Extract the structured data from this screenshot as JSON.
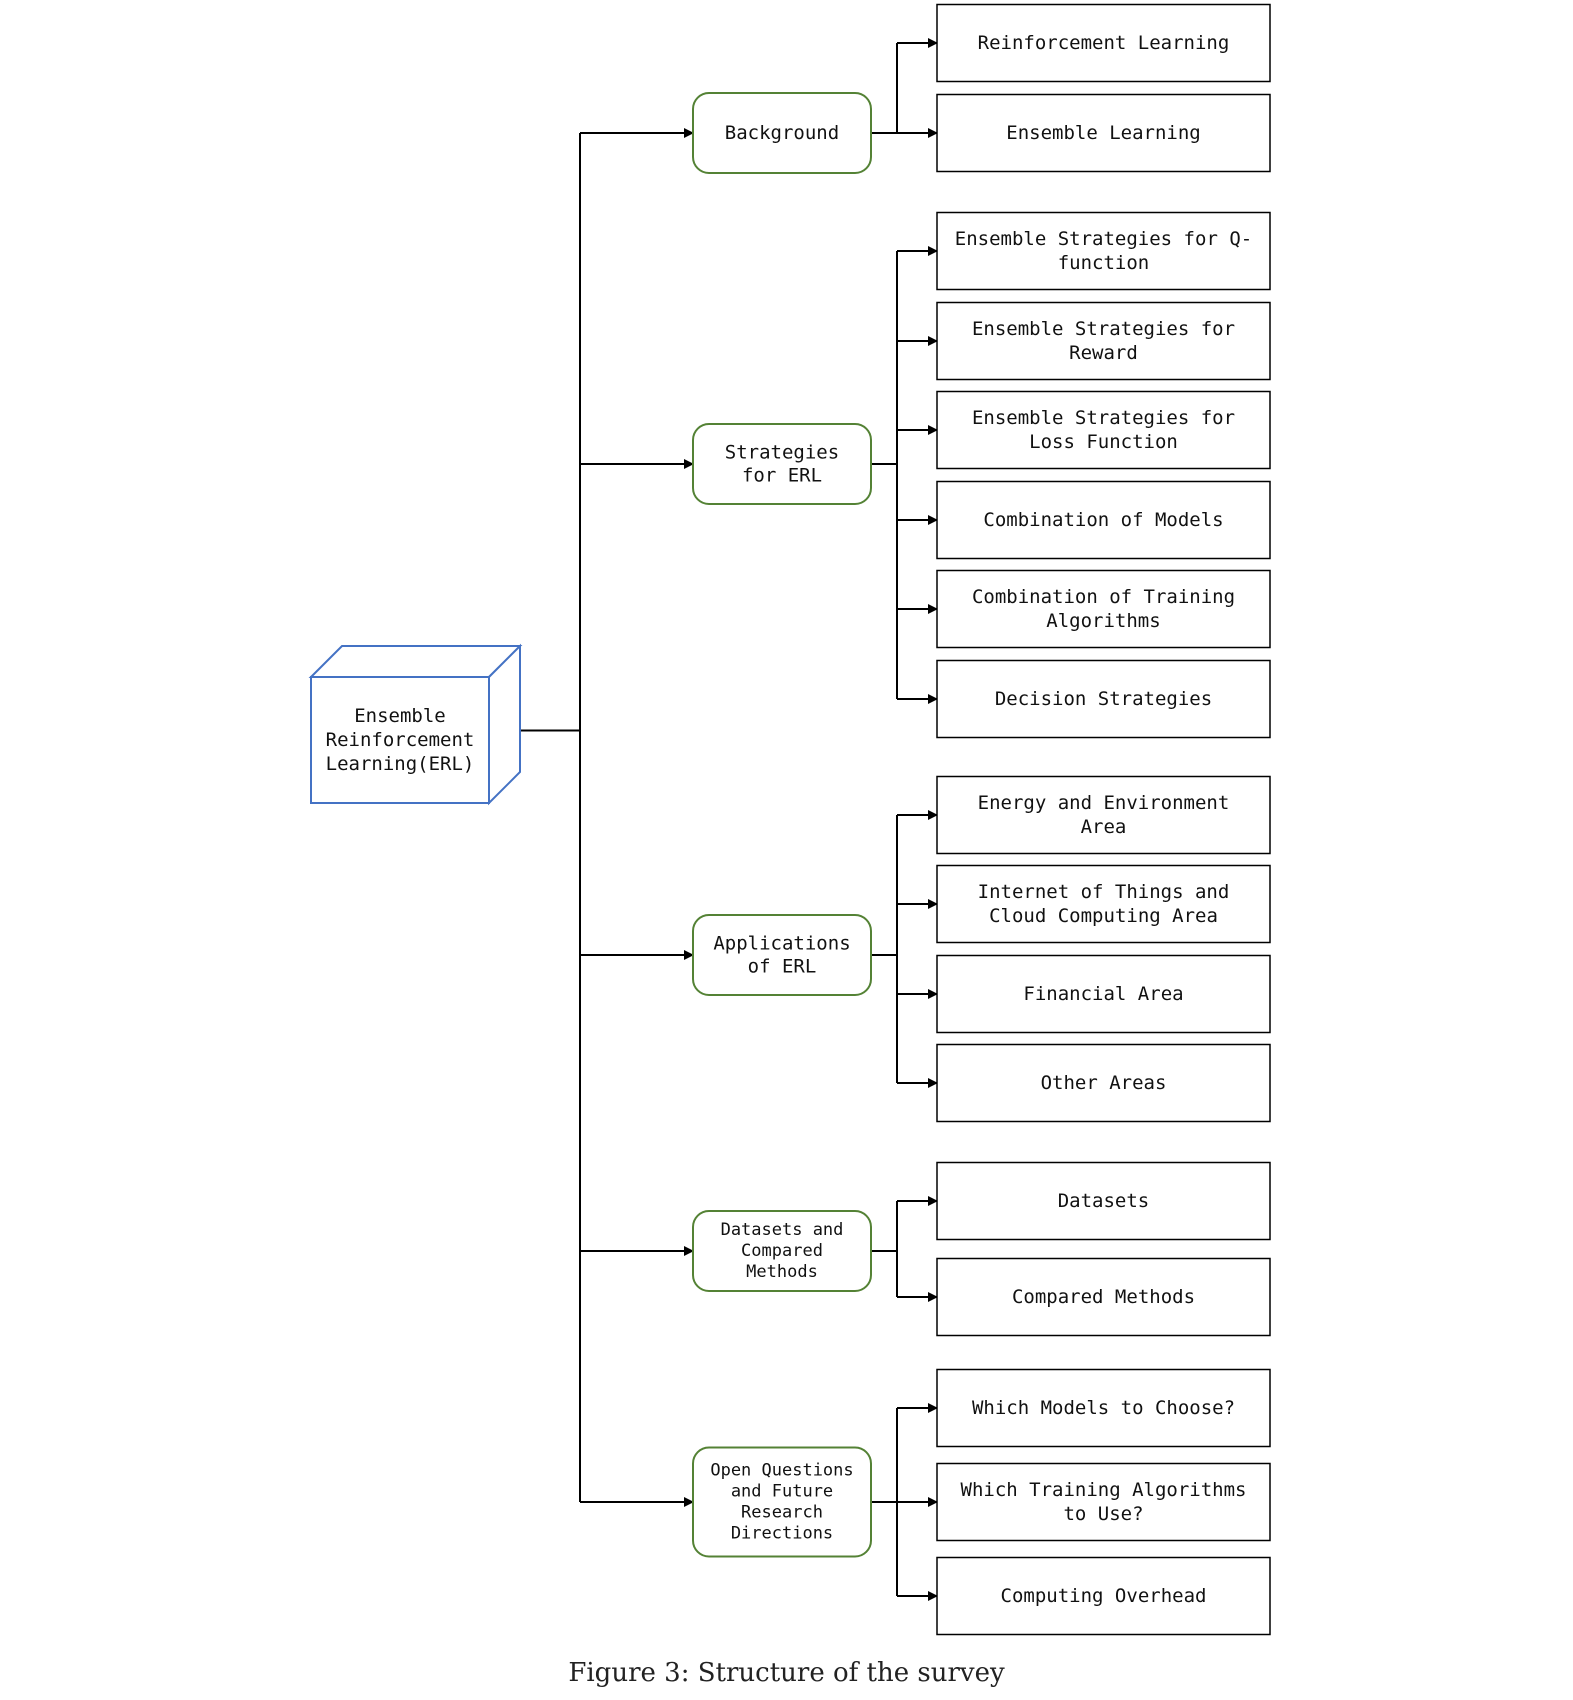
{
  "root": {
    "lines": [
      "Ensemble",
      "Reinforcement",
      "Learning(ERL)"
    ]
  },
  "sections": [
    {
      "lines": [
        "Background"
      ],
      "children": [
        {
          "lines": [
            "Reinforcement Learning"
          ]
        },
        {
          "lines": [
            "Ensemble Learning"
          ]
        }
      ]
    },
    {
      "lines": [
        "Strategies",
        "for ERL"
      ],
      "children": [
        {
          "lines": [
            "Ensemble Strategies for Q-",
            "function"
          ]
        },
        {
          "lines": [
            "Ensemble Strategies for",
            "Reward"
          ]
        },
        {
          "lines": [
            "Ensemble Strategies for",
            "Loss Function"
          ]
        },
        {
          "lines": [
            "Combination of Models"
          ]
        },
        {
          "lines": [
            "Combination of Training",
            "Algorithms"
          ]
        },
        {
          "lines": [
            "Decision Strategies"
          ]
        }
      ]
    },
    {
      "lines": [
        "Applications",
        "of ERL"
      ],
      "children": [
        {
          "lines": [
            "Energy and Environment",
            "Area"
          ]
        },
        {
          "lines": [
            "Internet of Things and",
            "Cloud Computing Area"
          ]
        },
        {
          "lines": [
            "Financial Area"
          ]
        },
        {
          "lines": [
            "Other Areas"
          ]
        }
      ]
    },
    {
      "lines": [
        "Datasets and",
        "Compared",
        "Methods"
      ],
      "children": [
        {
          "lines": [
            "Datasets"
          ]
        },
        {
          "lines": [
            "Compared Methods"
          ]
        }
      ]
    },
    {
      "lines": [
        "Open Questions",
        "and Future",
        "Research",
        "Directions"
      ],
      "children": [
        {
          "lines": [
            "Which Models to Choose?"
          ]
        },
        {
          "lines": [
            "Which Training Algorithms",
            "to Use?"
          ]
        },
        {
          "lines": [
            "Computing Overhead"
          ]
        }
      ]
    }
  ],
  "caption": "Figure 3: Structure of the survey",
  "colors": {
    "root_border": "#4472C4",
    "section_border": "#548235",
    "leaf_border": "#000000",
    "connector": "#000000"
  }
}
